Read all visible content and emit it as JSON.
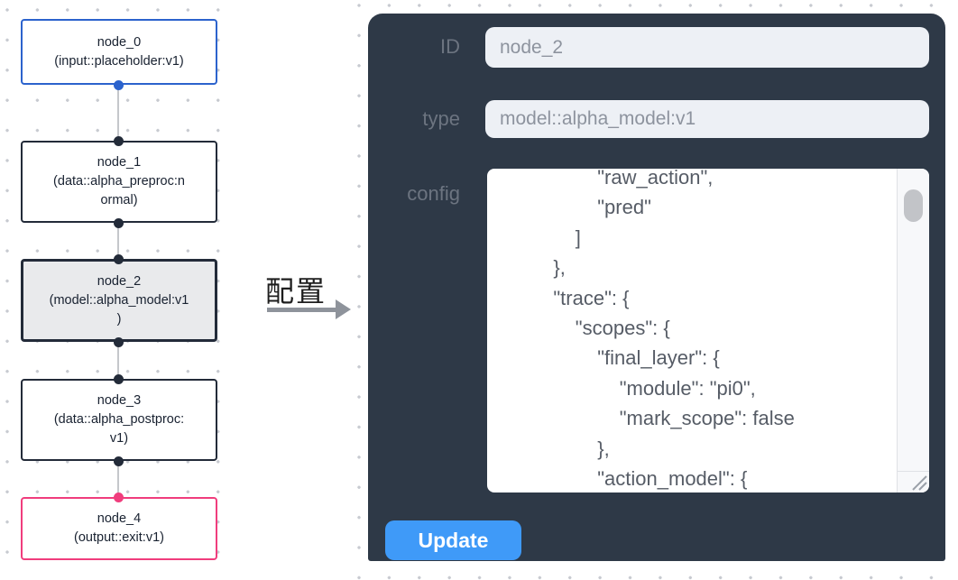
{
  "flow": {
    "nodes": [
      {
        "id": "node_0",
        "label": "node_0\n(input::placeholder:v1)",
        "accent": "#2c63cd",
        "selected": false
      },
      {
        "id": "node_1",
        "label": "node_1\n(data::alpha_preproc:n\normal)",
        "accent": "#232b39",
        "selected": false
      },
      {
        "id": "node_2",
        "label": "node_2\n(model::alpha_model:v1\n)",
        "accent": "#232b39",
        "selected": true
      },
      {
        "id": "node_3",
        "label": "node_3\n(data::alpha_postproc:\nv1)",
        "accent": "#232b39",
        "selected": false
      },
      {
        "id": "node_4",
        "label": "node_4\n(output::exit:v1)",
        "accent": "#f03d7d",
        "selected": false
      }
    ]
  },
  "annotation": {
    "label": "配置"
  },
  "panel": {
    "fields": [
      {
        "label": "ID",
        "value": "node_2"
      },
      {
        "label": "type",
        "value": "model::alpha_model:v1"
      }
    ],
    "config_label": "config",
    "config_text": "                    \"raw_action\",\n                    \"pred\"\n                ]\n            },\n            \"trace\": {\n                \"scopes\": {\n                    \"final_layer\": {\n                        \"module\": \"pi0\",\n                        \"mark_scope\": false\n                    },\n                    \"action_model\": {",
    "update_label": "Update"
  },
  "colors": {
    "panel_background": "#2e3947",
    "button_blue": "#3f9af8",
    "node_input_blue": "#2c63cd",
    "node_output_pink": "#f03d7d",
    "node_dark": "#232b39",
    "selected_node_fill": "#e9eaec",
    "canvas_dot": "#c7cad0"
  }
}
